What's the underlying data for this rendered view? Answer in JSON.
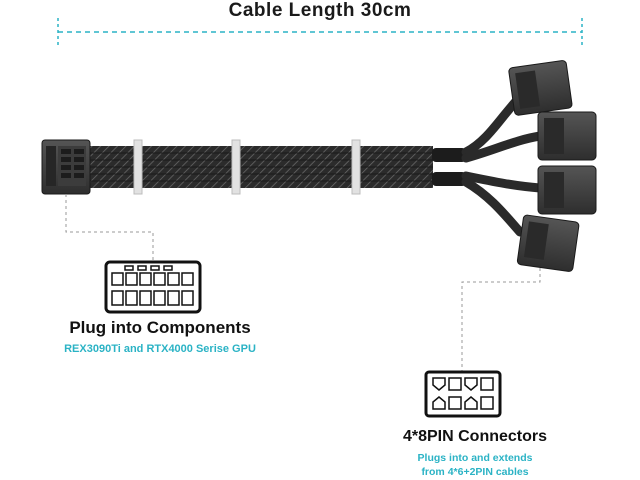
{
  "title": "Cable Length 30cm",
  "left_label": {
    "title": "Plug into Components",
    "subtitle": "REX3090Ti and RTX4000 Serise GPU"
  },
  "right_label": {
    "title": "4*8PIN Connectors",
    "subtitle_line1": "Plugs into and extends",
    "subtitle_line2": "from 4*6+2PIN cables"
  },
  "colors": {
    "accent": "#2bb3c5",
    "cable": "#2a2a2a",
    "connector": "#3a3a3a"
  }
}
